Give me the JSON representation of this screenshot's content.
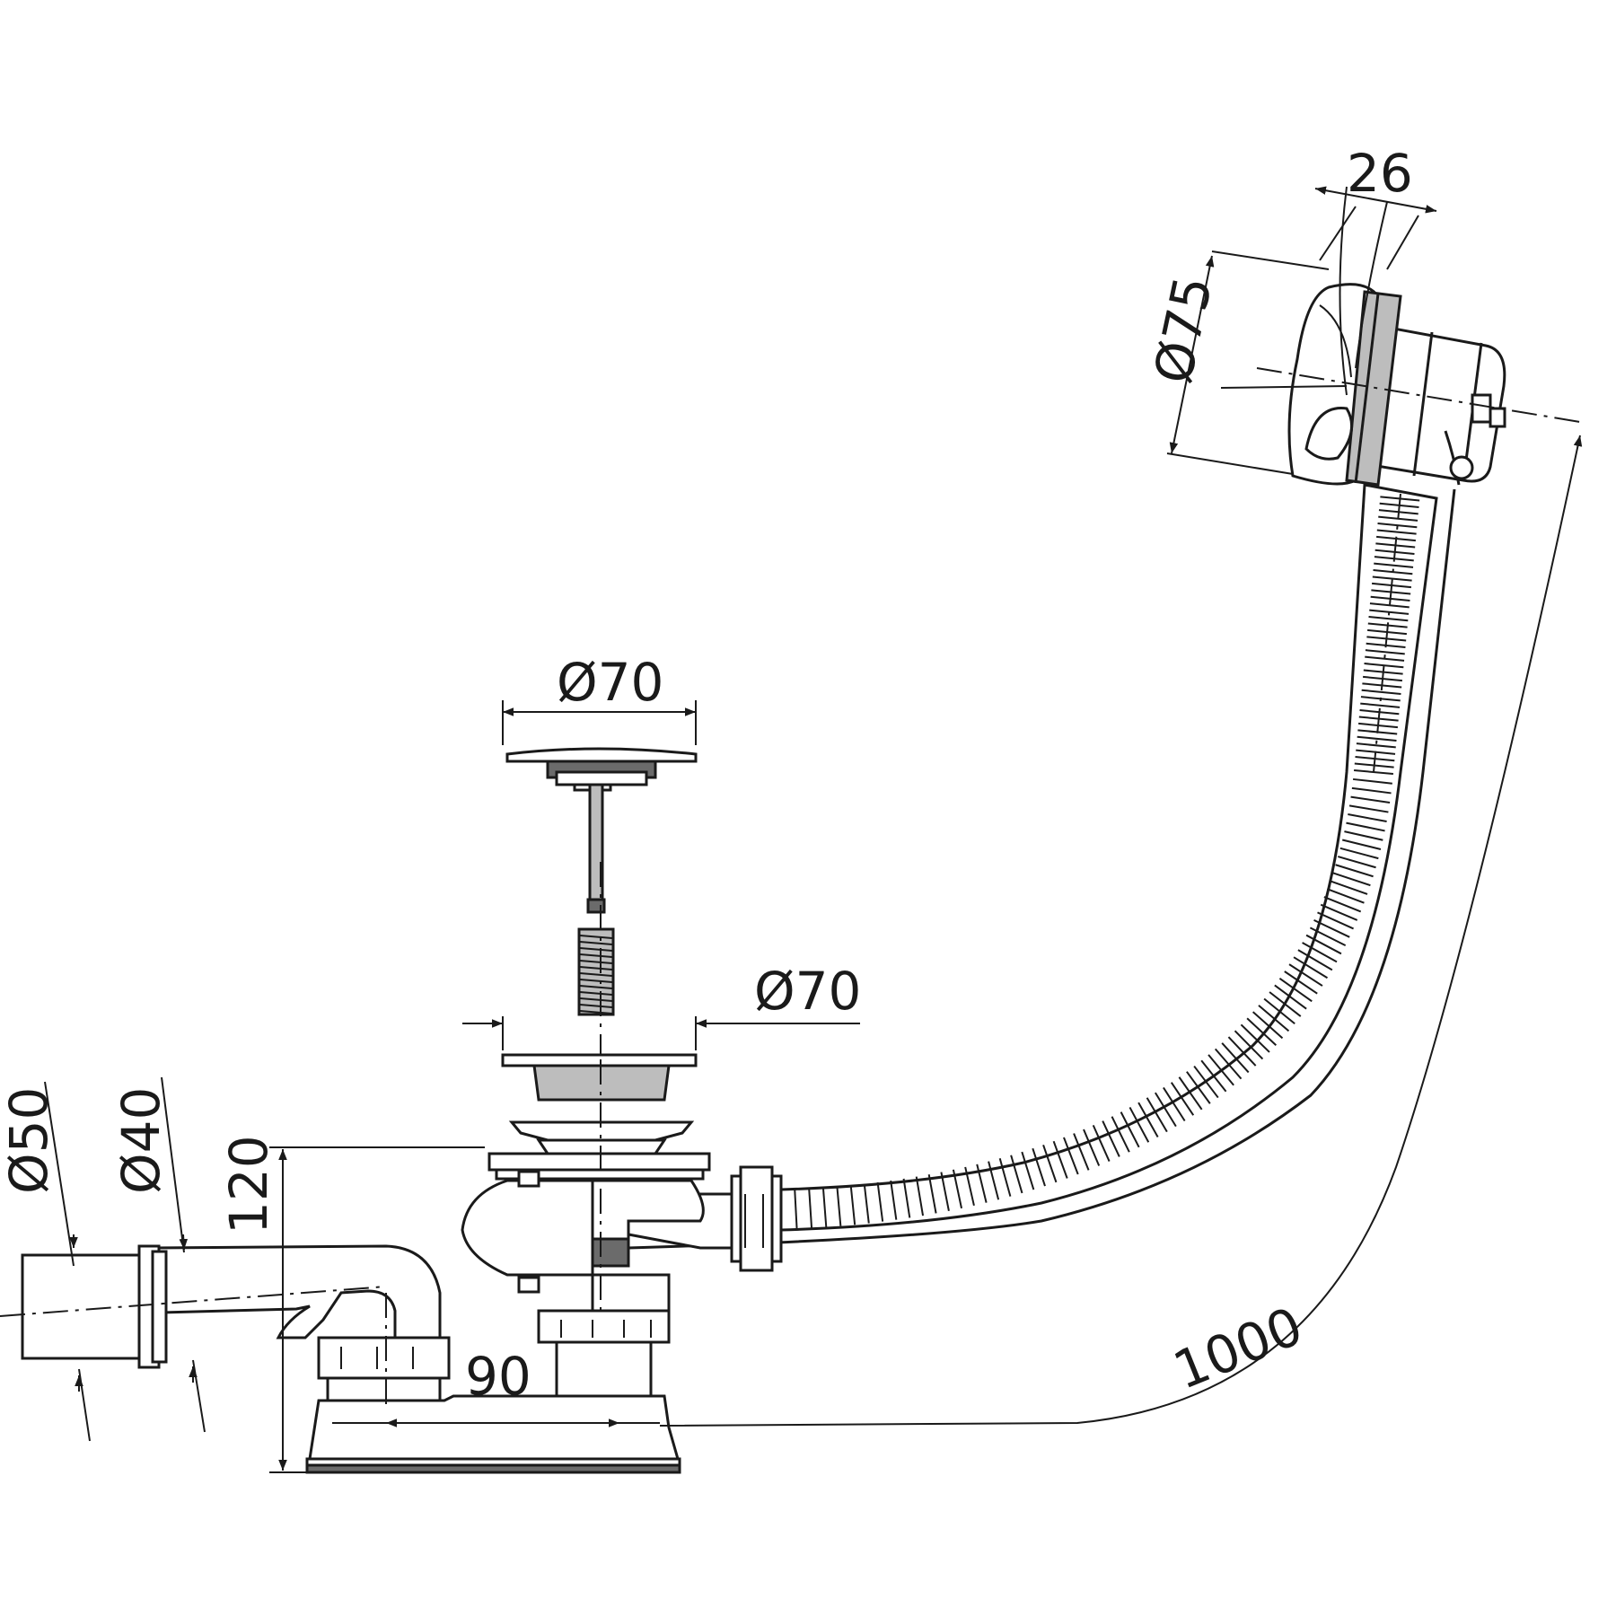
{
  "dimensions": {
    "overflow_height": "26",
    "overflow_diameter": "Ø75",
    "plug_diameter": "Ø70",
    "waste_diameter": "Ø70",
    "outlet_outer_diameter": "Ø50",
    "outlet_inner_diameter": "Ø40",
    "trap_height": "120",
    "trap_offset": "90",
    "hose_length": "1000"
  },
  "colors": {
    "line": "#1a1a1a",
    "metal": "#bdbdbd",
    "dark": "#6b6b6b",
    "background": "#ffffff"
  }
}
